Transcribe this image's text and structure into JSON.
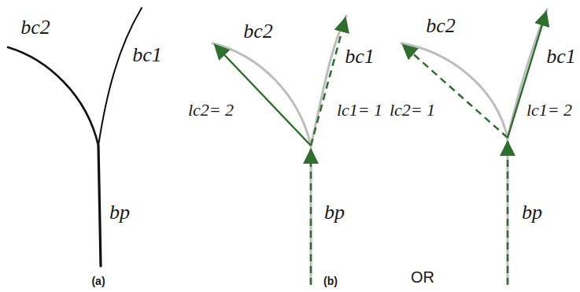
{
  "diagram": {
    "labels": [
      "bc2",
      "bc1",
      "bp",
      "bc2",
      "bc1",
      "lc2= 2",
      "lc1= 1",
      "bp",
      "bc2",
      "bc1",
      "lc2= 1",
      "lc1= 2",
      "bp",
      "OR",
      "(a)",
      "(b)"
    ]
  }
}
